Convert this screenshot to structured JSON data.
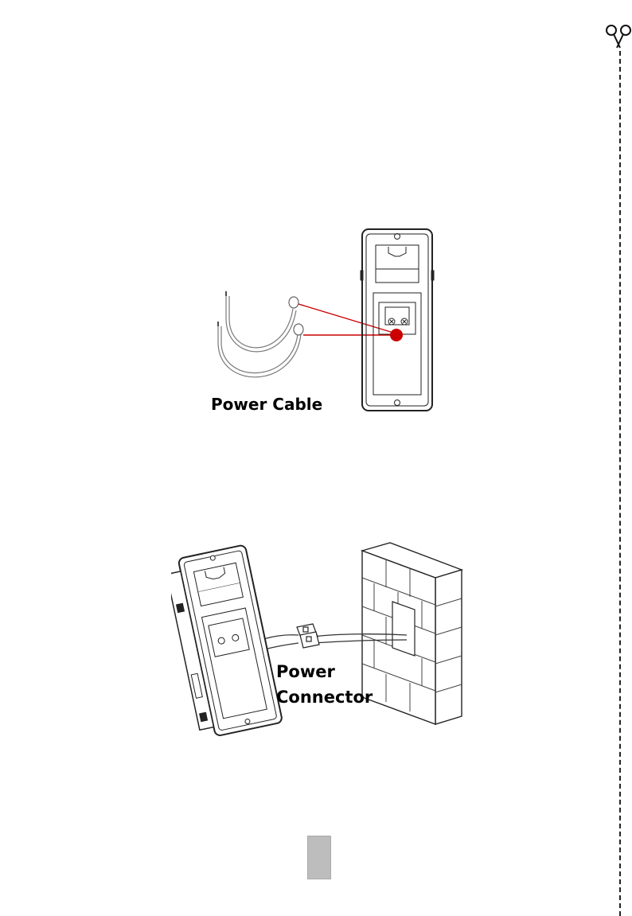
{
  "figures": [
    {
      "id": "power-cable-wiring",
      "label": "Power Cable",
      "highlight_color": "#cc0000"
    },
    {
      "id": "wall-connection",
      "label_lines": [
        "Power",
        "Connector"
      ]
    }
  ],
  "icons": {
    "cut_marker": "scissors-icon"
  },
  "page_marker": {
    "color": "#bdbdbd"
  }
}
